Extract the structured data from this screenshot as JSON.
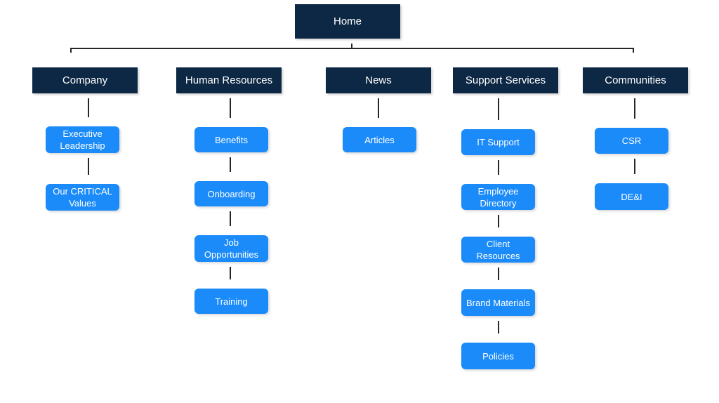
{
  "diagram": {
    "type": "sitemap-hierarchy",
    "root": {
      "label": "Home"
    },
    "columns": [
      {
        "label": "Company",
        "children": [
          "Executive Leadership",
          "Our CRITICAL Values"
        ]
      },
      {
        "label": "Human Resources",
        "children": [
          "Benefits",
          "Onboarding",
          "Job Opportunities",
          "Training"
        ]
      },
      {
        "label": "News",
        "children": [
          "Articles"
        ]
      },
      {
        "label": "Support Services",
        "children": [
          "IT Support",
          "Employee Directory",
          "Client Resources",
          "Brand Materials",
          "Policies"
        ]
      },
      {
        "label": "Communities",
        "children": [
          "CSR",
          "DE&I"
        ]
      }
    ],
    "colors": {
      "root_bg": "#0d2844",
      "category_bg": "#0d2844",
      "node_bg": "#1b8bfa",
      "text": "#ffffff",
      "connector": "#262626",
      "background": "#ffffff"
    }
  }
}
